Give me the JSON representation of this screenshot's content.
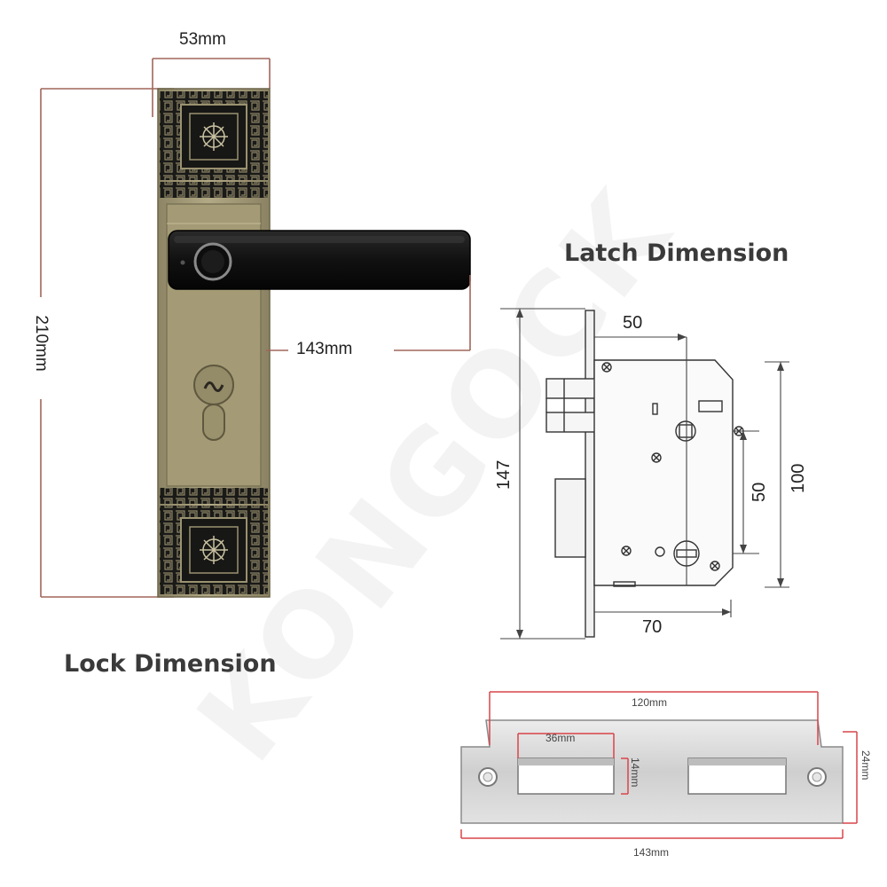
{
  "watermark": "KONGOCK",
  "lock": {
    "heading": "Lock Dimension",
    "width_label": "53mm",
    "height_label": "210mm",
    "handle_label": "143mm"
  },
  "latch": {
    "heading": "Latch Dimension",
    "backset_label": "50",
    "total_height_label": "147",
    "right_height_label": "100",
    "center_distance_label": "50",
    "depth_label": "70"
  },
  "strike_plate": {
    "length_label": "120mm",
    "slot_width_label": "36mm",
    "slot_height_label": "14mm",
    "plate_width_label": "24mm",
    "total_length_label": "143mm"
  },
  "colors": {
    "dimension_line": "#a0665a",
    "plate_bronze": "#a69a72",
    "handle_black": "#151515",
    "heading": "#3a3a3a",
    "steel": "#d8d8d8"
  }
}
